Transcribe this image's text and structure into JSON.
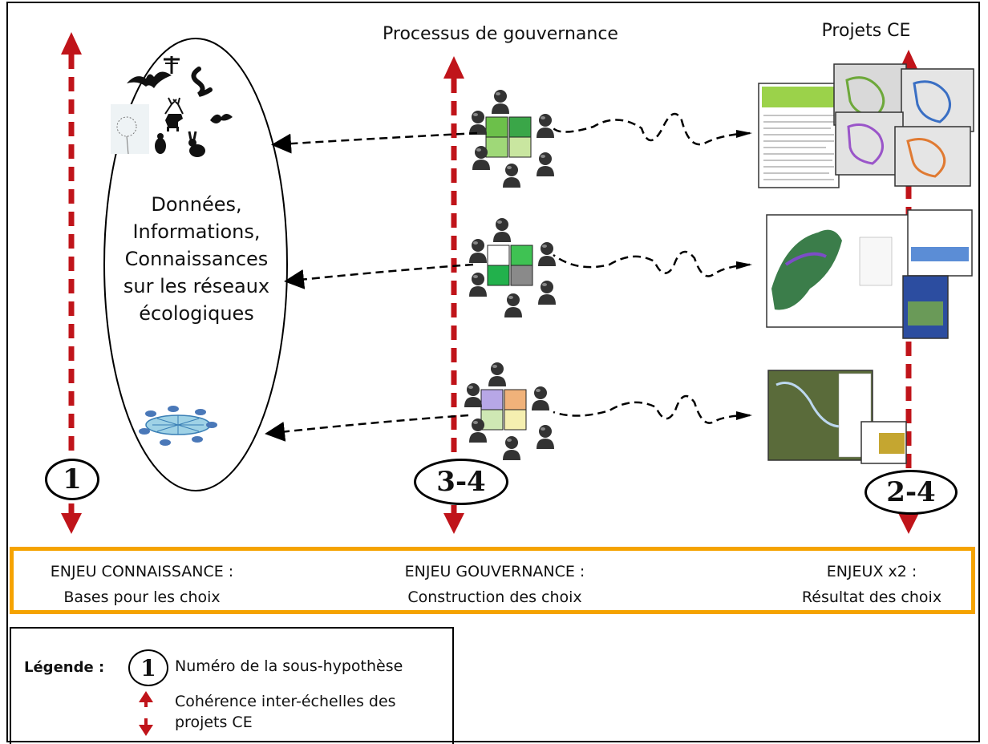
{
  "header": {
    "governance_title": "Processus de gouvernance",
    "projects_title": "Projets CE"
  },
  "ellipse": {
    "lines": [
      "Données,",
      "Informations,",
      "Connaissances",
      "sur les réseaux",
      "écologiques"
    ]
  },
  "badges": {
    "left": "1",
    "center": "3-4",
    "right": "2-4"
  },
  "stakes": {
    "knowledge": {
      "title": "ENJEU CONNAISSANCE :",
      "subtitle": "Bases pour les choix"
    },
    "governance": {
      "title": "ENJEU GOUVERNANCE :",
      "subtitle": "Construction des choix"
    },
    "results": {
      "title": "ENJEUX x2 :",
      "subtitle": "Résultat des choix"
    }
  },
  "legend": {
    "label": "Légende :",
    "badge": "1",
    "badge_desc": "Numéro de la sous-hypothèse",
    "arrow_desc_line1": "Cohérence inter-échelles des",
    "arrow_desc_line2": "projets CE"
  },
  "colors": {
    "arrow_red": "#c0141a",
    "stakes_border": "#f5a300",
    "puzzle_green": "#3cb64a",
    "puzzle_light_green": "#b8e08a"
  },
  "icons": [
    "bat-icon",
    "dragonfly-icon",
    "salamander-icon",
    "deer-icon",
    "butterfly-icon",
    "dandelion-icon",
    "beetle-icon",
    "rabbit-icon",
    "database-network-icon",
    "people-puzzle-icon",
    "map-document-icon"
  ]
}
